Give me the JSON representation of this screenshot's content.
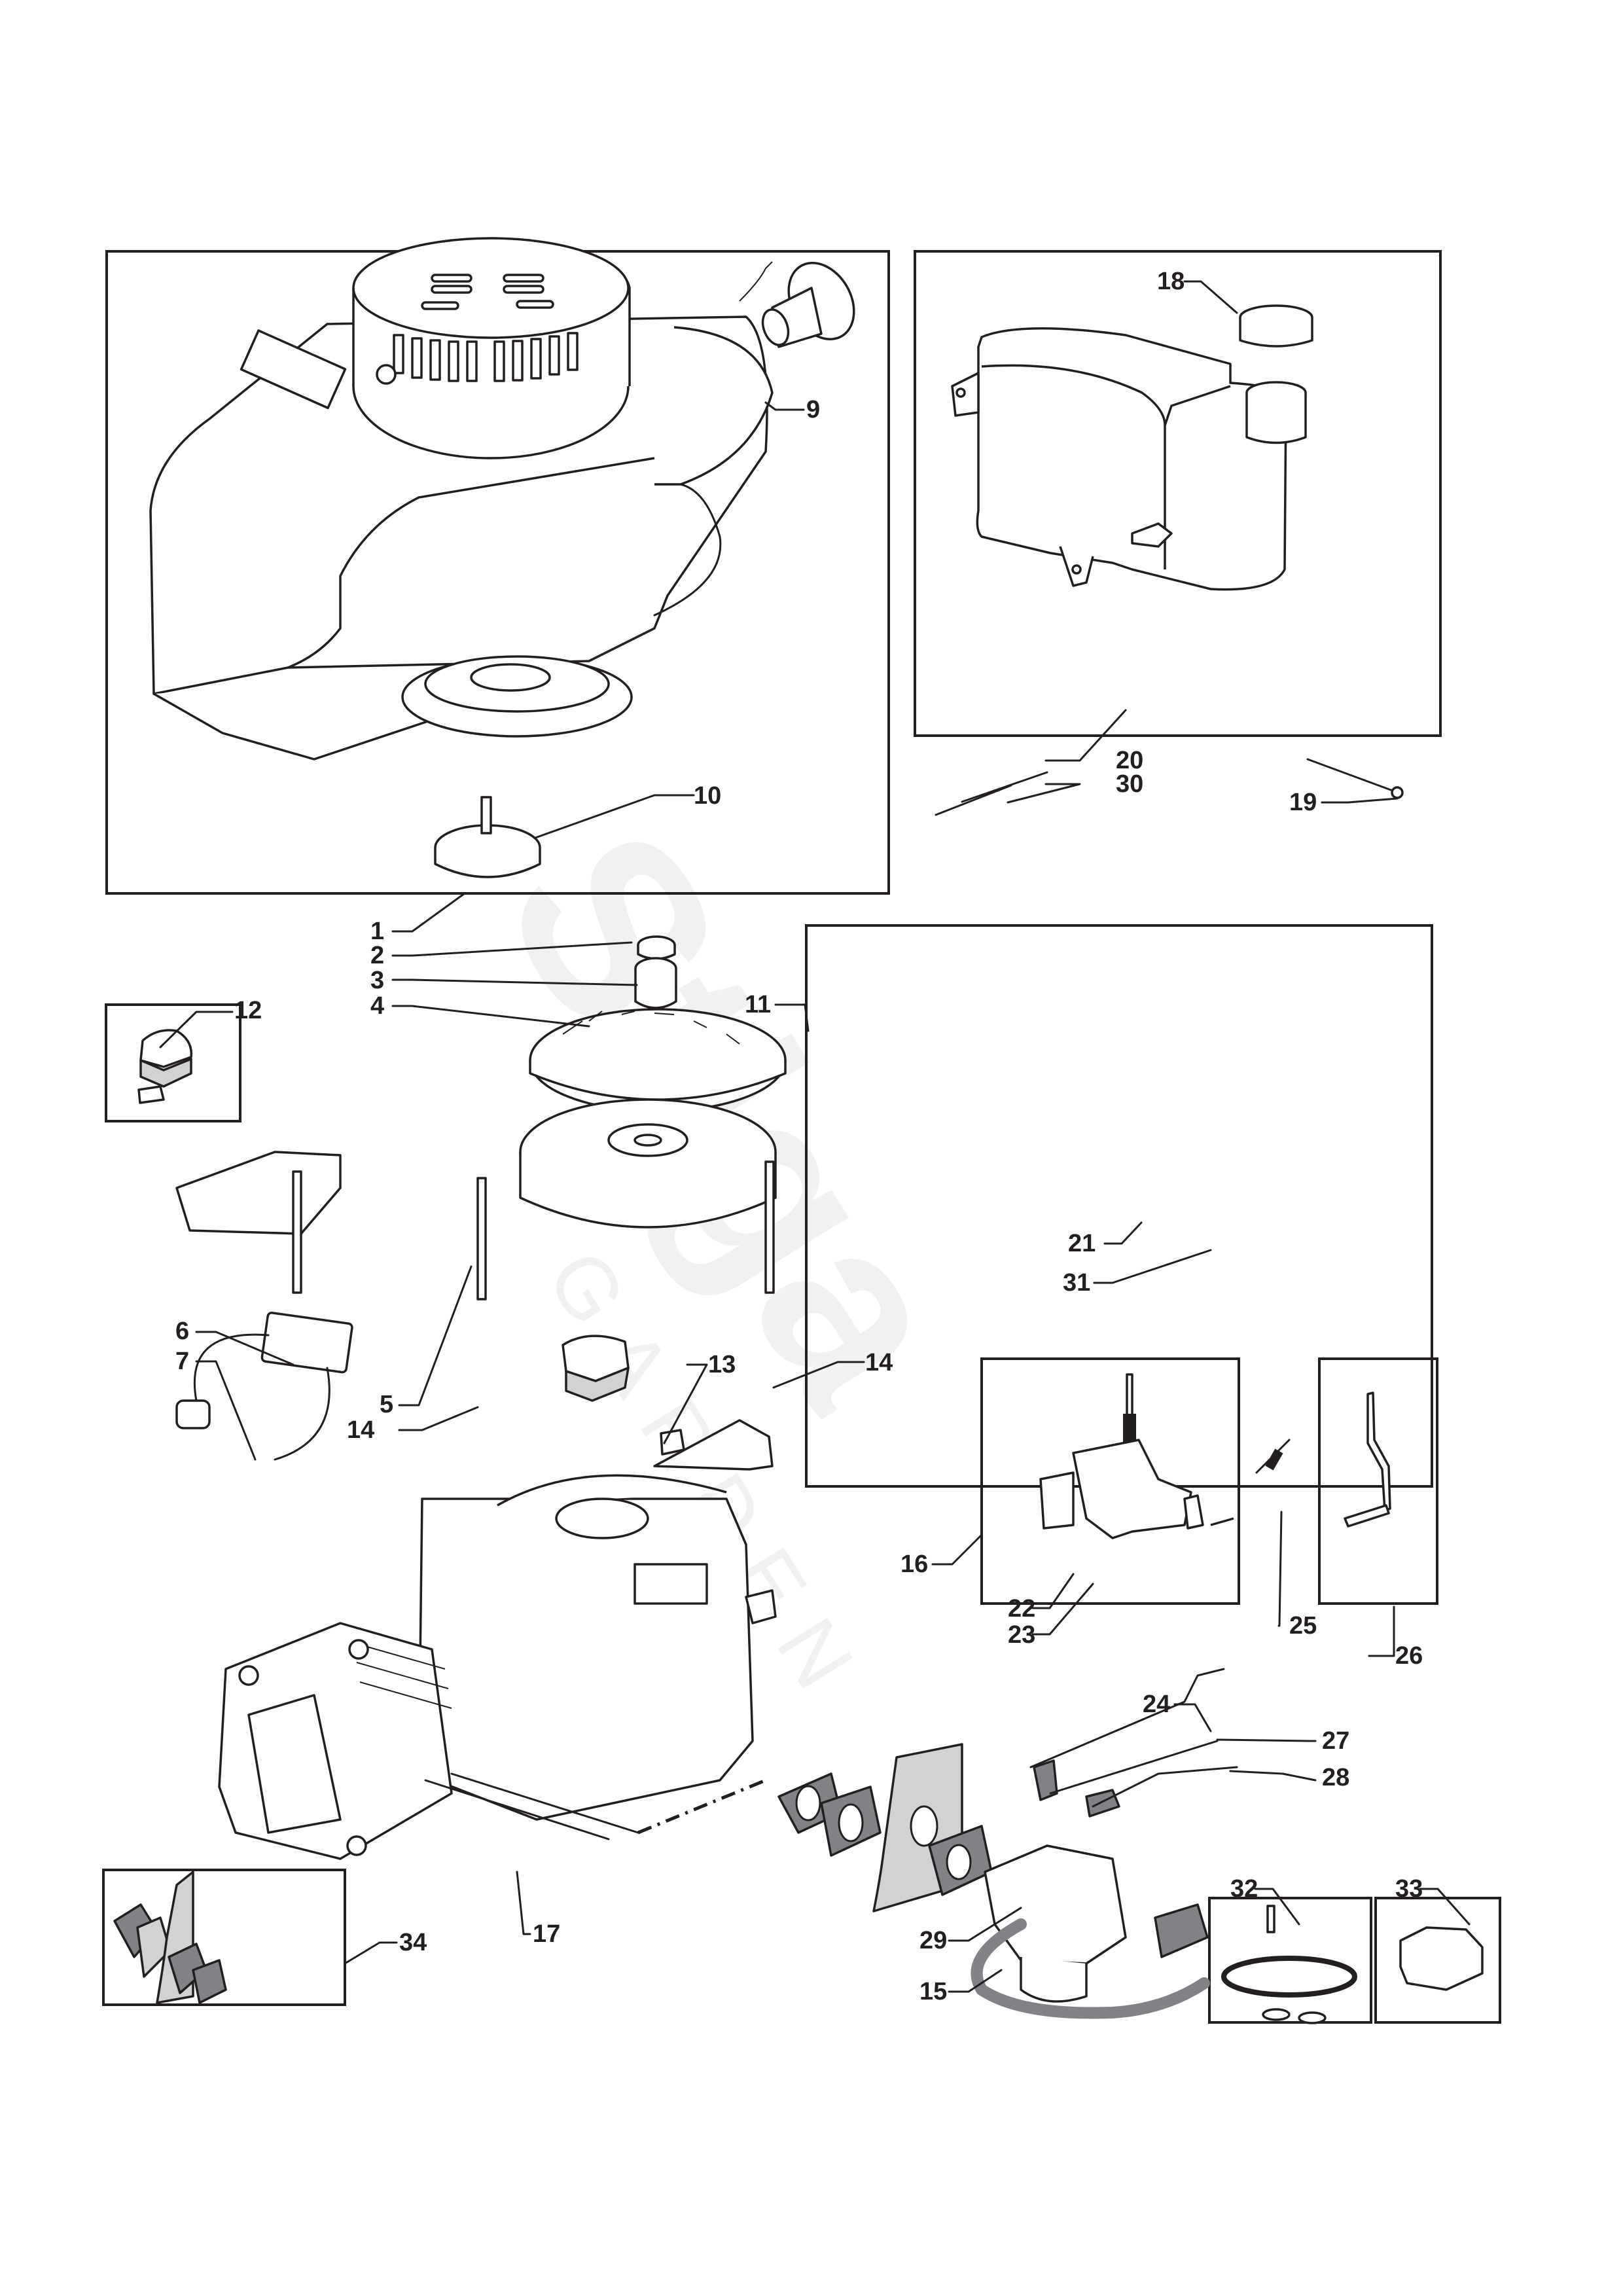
{
  "diagram": {
    "type": "exploded parts diagram",
    "subject": "Engine assembly – recoil starter, fuel tank, air filter, flywheel, ignition, carburettor",
    "watermark": {
      "brand": "Stiga",
      "sub": "GARDEN"
    },
    "callouts": [
      {
        "id": "1",
        "label": "1",
        "part": "recoil-starter-housing-group"
      },
      {
        "id": "2",
        "label": "2",
        "part": "flywheel-nut"
      },
      {
        "id": "3",
        "label": "3",
        "part": "starter-cup"
      },
      {
        "id": "4",
        "label": "4",
        "part": "cooling-fan"
      },
      {
        "id": "5",
        "label": "5",
        "part": "flywheel"
      },
      {
        "id": "6",
        "label": "6",
        "part": "stud-bolt"
      },
      {
        "id": "7",
        "label": "7",
        "part": "ignition-coil"
      },
      {
        "id": "9",
        "label": "9",
        "part": "starter-handle"
      },
      {
        "id": "10",
        "label": "10",
        "part": "starter-pawl-plate"
      },
      {
        "id": "11",
        "label": "11",
        "part": "air-filter-assembly"
      },
      {
        "id": "12",
        "label": "12",
        "part": "cover-plate-kit"
      },
      {
        "id": "13",
        "label": "13",
        "part": "stop-switch-bracket"
      },
      {
        "id": "14",
        "label": "14",
        "part": "stud-bolt"
      },
      {
        "id": "15",
        "label": "15",
        "part": "carburettor"
      },
      {
        "id": "16",
        "label": "16",
        "part": "governor-control-bracket"
      },
      {
        "id": "17",
        "label": "17",
        "part": "carburettor-studs"
      },
      {
        "id": "18",
        "label": "18",
        "part": "fuel-cap"
      },
      {
        "id": "19",
        "label": "19",
        "part": "bolt"
      },
      {
        "id": "20",
        "label": "20",
        "part": "fuel-tank"
      },
      {
        "id": "21",
        "label": "21",
        "part": "air-filter-element"
      },
      {
        "id": "22",
        "label": "22",
        "part": "cable-clamp"
      },
      {
        "id": "23",
        "label": "23",
        "part": "screw"
      },
      {
        "id": "24",
        "label": "24",
        "part": "governor-rod"
      },
      {
        "id": "25",
        "label": "25",
        "part": "governor-spring"
      },
      {
        "id": "26",
        "label": "26",
        "part": "governor-arm"
      },
      {
        "id": "27",
        "label": "27",
        "part": "choke-rod"
      },
      {
        "id": "28",
        "label": "28",
        "part": "throttle-spring-rod"
      },
      {
        "id": "29",
        "label": "29",
        "part": "carburettor-bracket"
      },
      {
        "id": "30",
        "label": "30",
        "part": "stud"
      },
      {
        "id": "31",
        "label": "31",
        "part": "pre-filter"
      },
      {
        "id": "32",
        "label": "32",
        "part": "carburettor-seal-kit"
      },
      {
        "id": "33",
        "label": "33",
        "part": "float-kit"
      },
      {
        "id": "34",
        "label": "34",
        "part": "gasket-kit"
      }
    ]
  }
}
